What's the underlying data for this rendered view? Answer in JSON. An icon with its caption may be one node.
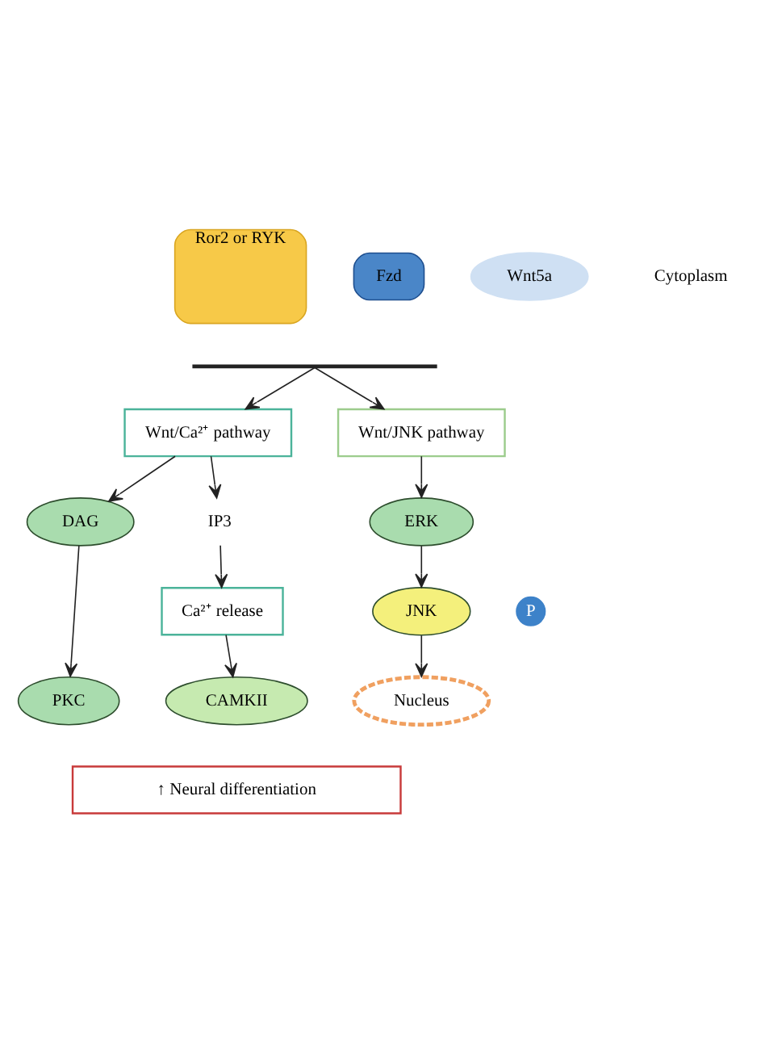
{
  "diagram": {
    "nodes": [
      {
        "text": [
          "Ror2 or RYK"
        ]
      },
      {
        "text": [
          "Wnt5a"
        ]
      },
      {
        "text": [
          "Fzd"
        ]
      },
      {
        "text": [
          "Wnt/Ca²⁺ pathway"
        ]
      },
      {
        "text": [
          "Wnt/JNK pathway"
        ]
      },
      {
        "text": [
          "DAG"
        ]
      },
      {
        "text": [
          "PKC"
        ]
      },
      {
        "text": [
          "IP3"
        ]
      },
      {
        "text": [
          "Ca²⁺ release"
        ]
      },
      {
        "text": [
          "CAMKII"
        ]
      },
      {
        "text": [
          "ERK"
        ]
      },
      {
        "text": [
          "JNK"
        ]
      },
      {
        "text": [
          "P"
        ]
      },
      {
        "text": [
          "Nucleus"
        ]
      },
      {
        "text": [
          "↑ Neural differentiation"
        ]
      },
      {
        "text": [],
        "shape": "bar"
      }
    ],
    "edges": [
      {
        "from": 15,
        "to": 3,
        "arrow": "to"
      },
      {
        "from": 15,
        "to": 4,
        "arrow": "to"
      },
      {
        "from": 3,
        "to": 5,
        "arrow": "to"
      },
      {
        "from": 3,
        "to": 7,
        "arrow": "to"
      },
      {
        "from": 5,
        "to": 6,
        "arrow": "to"
      },
      {
        "from": 7,
        "to": 8,
        "arrow": "to"
      },
      {
        "from": 8,
        "to": 9,
        "arrow": "to"
      },
      {
        "from": 4,
        "to": 10,
        "arrow": "to"
      },
      {
        "from": 10,
        "to": 11,
        "arrow": "to"
      },
      {
        "from": 11,
        "to": 13,
        "arrow": "to"
      }
    ],
    "labels": [
      "Cytoplasm"
    ]
  }
}
